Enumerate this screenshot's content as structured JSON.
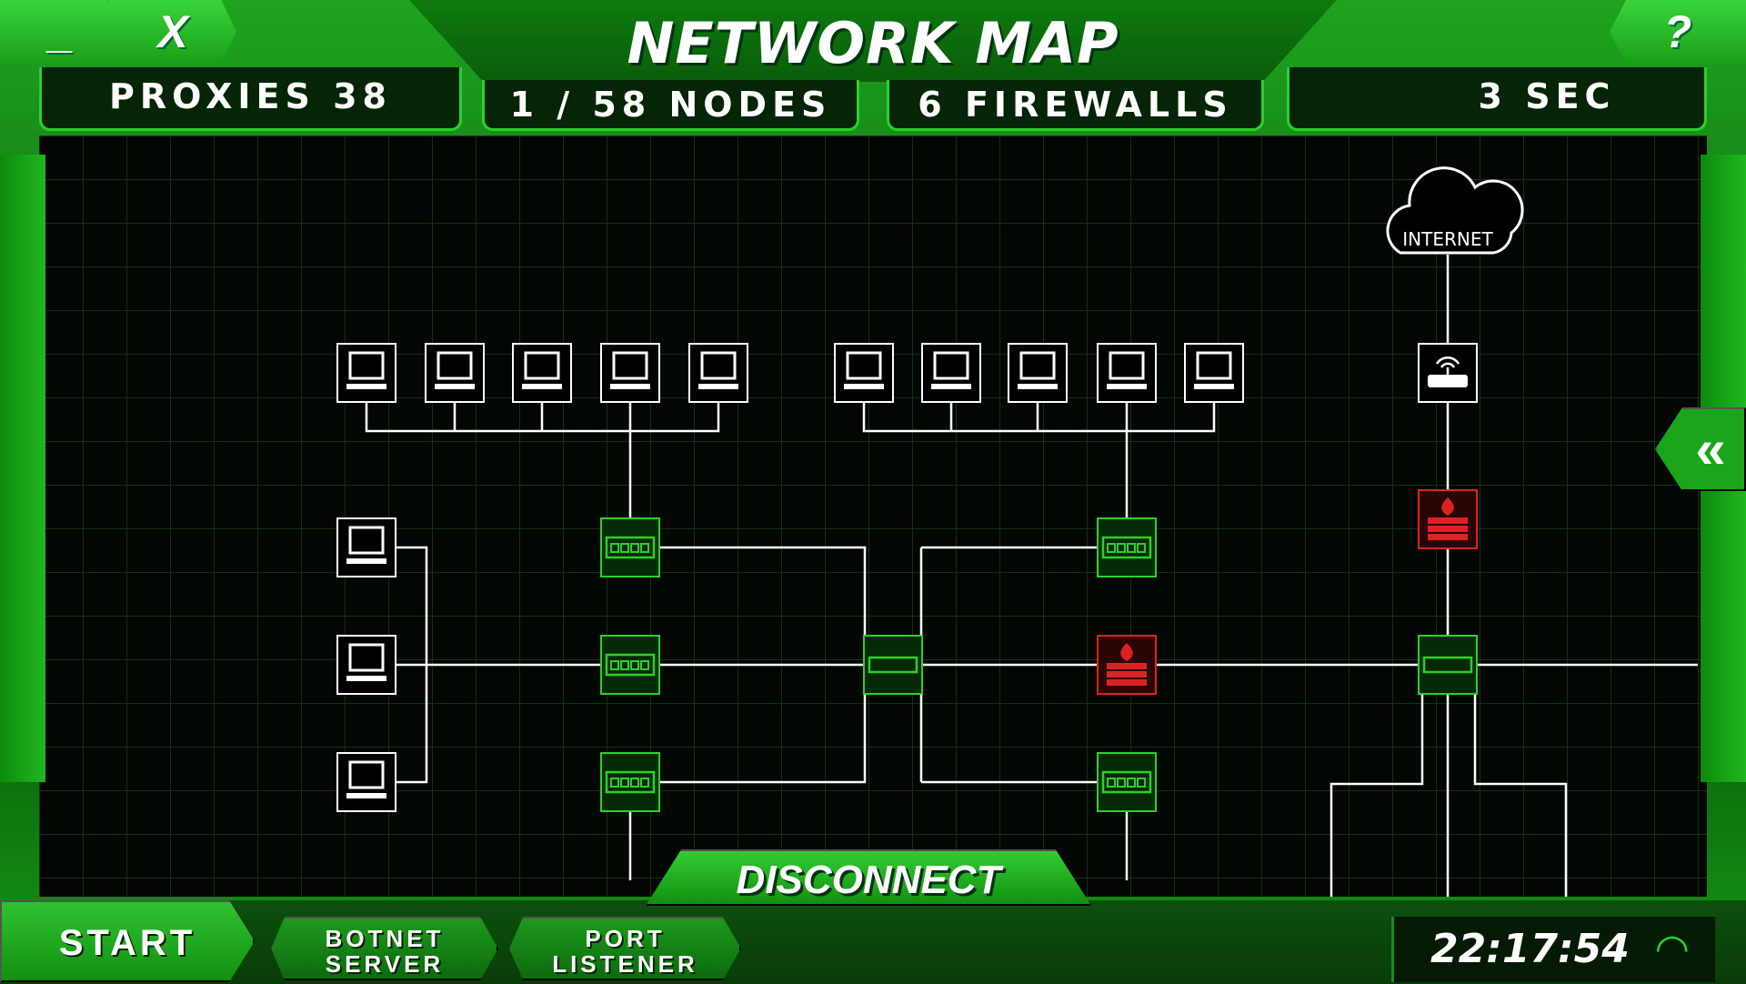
{
  "window": {
    "minimize_label": "_",
    "close_label": "X",
    "help_label": "?",
    "title": "NETWORK MAP"
  },
  "stats": {
    "proxies": "PROXIES 38",
    "nodes": "1 / 58 NODES",
    "firewalls": "6 FIREWALLS",
    "timer": "3 SEC"
  },
  "map": {
    "internet_label": "INTERNET"
  },
  "actions": {
    "disconnect": "DISCONNECT",
    "start": "START",
    "botnet_1": "BOTNET",
    "botnet_2": "SERVER",
    "port_1": "PORT",
    "port_2": "LISTENER",
    "collapse": "«"
  },
  "status": {
    "clock": "22:17:54"
  },
  "colors": {
    "accent": "#2bd02b",
    "firewall": "#c41a1a",
    "line": "#ffffff"
  }
}
